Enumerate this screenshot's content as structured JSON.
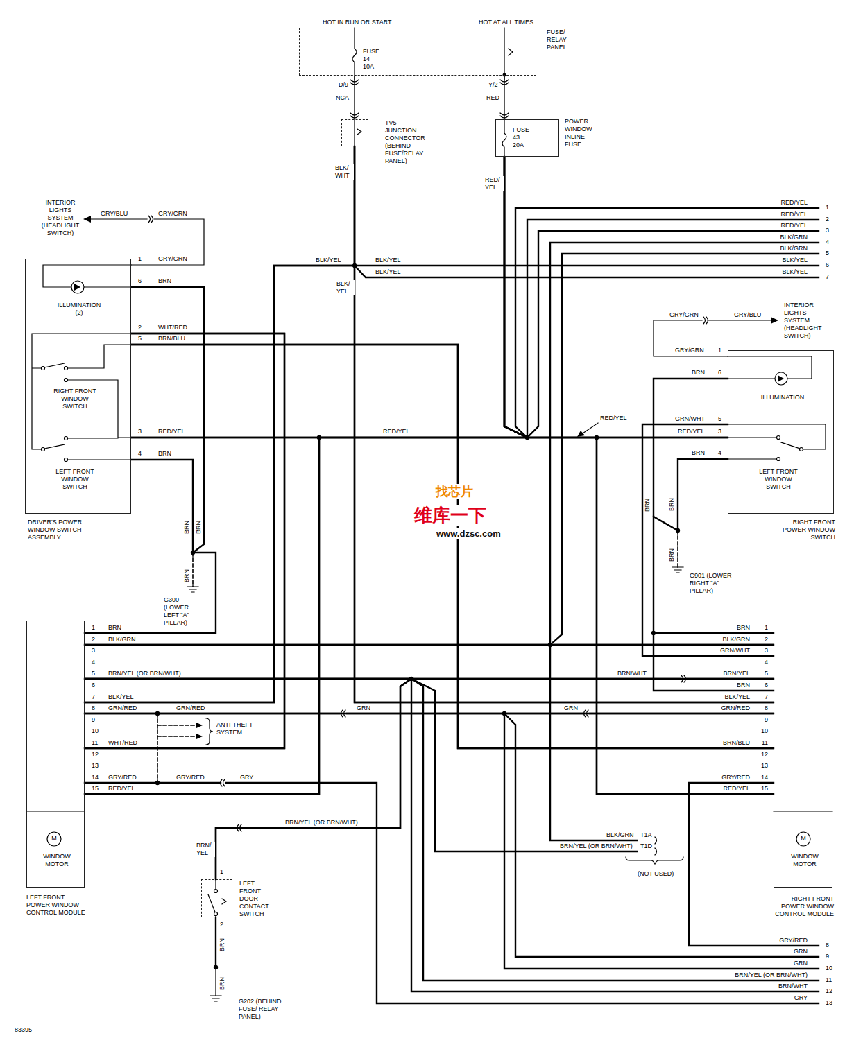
{
  "diagram": {
    "nodes": [
      {
        "text": [
          "HOT IN RUN OR START",
          "HOT AT ALL TIMES",
          "FUSE 14 10A",
          "FUSE/ RELAY PANEL"
        ]
      },
      {
        "text": [
          "TV5 JUNCTION CONNECTOR (BEHIND FUSE/RELAY PANEL)"
        ]
      },
      {
        "text": [
          "FUSE 43 20A",
          "POWER WINDOW INLINE FUSE"
        ]
      },
      {
        "text": [
          "ILLUMINATION (2)",
          "RIGHT FRONT WINDOW SWITCH",
          "LEFT FRONT WINDOW SWITCH",
          "DRIVER'S POWER WINDOW SWITCH ASSEMBLY"
        ]
      },
      {
        "text": [
          "ILLUMINATION",
          "LEFT FRONT WINDOW SWITCH",
          "RIGHT FRONT POWER WINDOW SWITCH"
        ]
      },
      {
        "text": [
          "WINDOW MOTOR",
          "LEFT FRONT POWER WINDOW CONTROL MODULE"
        ]
      },
      {
        "text": [
          "WINDOW MOTOR",
          "RIGHT FRONT POWER WINDOW CONTROL MODULE"
        ]
      },
      {
        "text": [
          "LEFT FRONT DOOR CONTACT SWITCH"
        ]
      }
    ],
    "edges": [
      {
        "from": 0,
        "to": 1,
        "arrow": "none",
        "label": "NCA"
      },
      {
        "from": 0,
        "to": 2,
        "arrow": "none",
        "label": "RED"
      },
      {
        "from": 2,
        "to": 3,
        "arrow": "none"
      },
      {
        "from": 2,
        "to": 4,
        "arrow": "none"
      },
      {
        "from": 2,
        "to": 5,
        "arrow": "none"
      },
      {
        "from": 2,
        "to": 6,
        "arrow": "none"
      },
      {
        "from": 1,
        "to": 5,
        "arrow": "none"
      },
      {
        "from": 1,
        "to": 6,
        "arrow": "none"
      },
      {
        "from": 3,
        "to": 5,
        "arrow": "none"
      },
      {
        "from": 3,
        "to": 6,
        "arrow": "none"
      },
      {
        "from": 5,
        "to": 6,
        "arrow": "none"
      },
      {
        "from": 5,
        "to": 6,
        "arrow": "none"
      },
      {
        "from": 5,
        "to": 7,
        "arrow": "none"
      },
      {
        "from": 5,
        "to": 6,
        "arrow": "none"
      }
    ],
    "labels": [
      "D/9",
      "Y/2",
      "BLK/ WHT",
      "RED/ YEL",
      "INTERIOR LIGHTS SYSTEM (HEADLIGHT SWITCH)",
      "GRY/BLU",
      "GRY/GRN",
      "1",
      "GRY/GRN",
      "6",
      "BRN",
      "2",
      "WHT/RED",
      "5",
      "BRN/BLU",
      "3",
      "RED/YEL",
      "4",
      "BRN",
      "BLK/YEL",
      "BLK/YEL",
      "BLK/YEL",
      "BLK/ YEL",
      "RED/YEL",
      "RED/YEL",
      "RED/YEL",
      "1",
      "RED/YEL",
      "2",
      "RED/YEL",
      "3",
      "BLK/GRN",
      "4",
      "BLK/GRN",
      "5",
      "BLK/YEL",
      "6",
      "BLK/YEL",
      "7",
      "GRY/GRN",
      "GRY/BLU",
      "INTERIOR LIGHTS SYSTEM (HEADLIGHT SWITCH)",
      "1",
      "GRY/GRN",
      "6",
      "BRN",
      "5",
      "GRN/WHT",
      "3",
      "RED/YEL",
      "4",
      "BRN",
      "BRN",
      "BRN",
      "BRN",
      "G300 (LOWER LEFT \"A\" PILLAR)",
      "BRN",
      "BRN",
      "BRN",
      "G901 (LOWER RIGHT \"A\" PILLAR)",
      "找芯片",
      "维库一下",
      "www.dzsc.com",
      "1",
      "2",
      "3",
      "4",
      "5",
      "6",
      "7",
      "8",
      "9",
      "10",
      "11",
      "12",
      "13",
      "14",
      "15",
      "BRN",
      "BLK/GRN",
      "BRN/YEL (OR BRN/WHT)",
      "BLK/YEL",
      "GRN/RED",
      "WHT/RED",
      "GRY/RED",
      "RED/YEL",
      "GRN/RED",
      "ANTI-THEFT SYSTEM",
      "GRY/RED",
      "GRY",
      "GRN",
      "M",
      "1",
      "2",
      "3",
      "4",
      "5",
      "6",
      "7",
      "8",
      "9",
      "10",
      "11",
      "12",
      "13",
      "14",
      "15",
      "BRN",
      "BLK/GRN",
      "GRN/WHT",
      "BRN/YEL",
      "BRN",
      "BLK/YEL",
      "GRN/RED",
      "BRN/BLU",
      "GRY/RED",
      "RED/YEL",
      "BRN/WHT",
      "GRN",
      "M",
      "BLK/GRN",
      "T1A",
      "BRN/YEL (OR BRN/WHT)",
      "T1D",
      "(NOT USED)",
      "BRN/YEL (OR BRN/WHT)",
      "BRN/ YEL",
      "1",
      "2",
      "BRN",
      "BRN",
      "G202 (BEHIND FUSE/ RELAY PANEL)",
      "GRY/RED",
      "8",
      "GRN",
      "9",
      "GRN",
      "10",
      "BRN/YEL (OR BRN/WHT)",
      "11",
      "BRN/WHT",
      "12",
      "GRY",
      "13",
      "83395"
    ]
  }
}
